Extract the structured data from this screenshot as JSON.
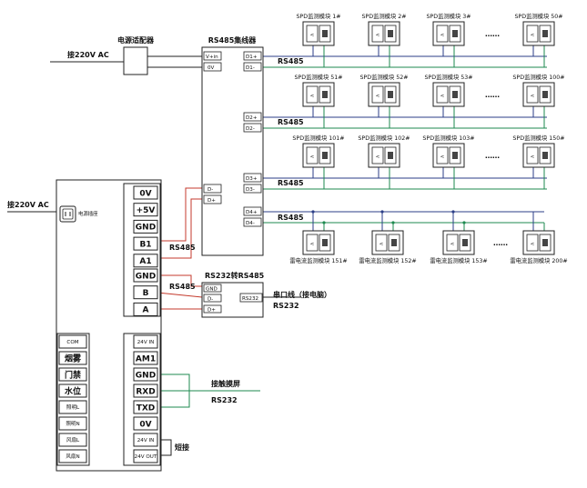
{
  "power": {
    "adapter_title": "电源适配器",
    "input_top": "接220V AC",
    "input_left": "接220V AC",
    "socket_label": "电源插座"
  },
  "hub": {
    "title": "RS485集线器",
    "ports": [
      "V+in",
      "0V",
      "D-",
      "D+"
    ],
    "outputs": [
      "D1+",
      "D1-",
      "D2+",
      "D2-",
      "D3+",
      "D3-",
      "D4+",
      "D4-"
    ]
  },
  "bus_label": "RS485",
  "spd_rows": [
    {
      "modules": [
        "SPD监测模块 1#",
        "SPD监测模块 2#",
        "SPD监测模块 3#",
        "SPD监测模块 50#"
      ]
    },
    {
      "modules": [
        "SPD监测模块 51#",
        "SPD监测模块 52#",
        "SPD监测模块 53#",
        "SPD监测模块 100#"
      ]
    },
    {
      "modules": [
        "SPD监测模块 101#",
        "SPD监测模块 102#",
        "SPD监测模块 103#",
        "SPD监测模块 150#"
      ]
    }
  ],
  "lightning_row": {
    "modules": [
      "雷电流监测模块 151#",
      "雷电流监测模块 152#",
      "雷电流监测模块 153#",
      "雷电流监测模块 200#"
    ]
  },
  "ellipsis": "……",
  "controller": {
    "terminals_top": [
      "0V",
      "+5V",
      "GND",
      "B1",
      "A1"
    ],
    "terminals_mid": [
      "GND",
      "B",
      "A"
    ],
    "terminals_left": [
      "COM",
      "烟雾",
      "门禁",
      "水位",
      "照明L",
      "照明N",
      "风扇L",
      "风扇N"
    ],
    "terminals_right": [
      "24V IN",
      "AM1",
      "GND",
      "RXD",
      "TXD",
      "0V",
      "24V IN",
      "24V OUT"
    ]
  },
  "converter": {
    "title": "RS232转RS485",
    "ports_left": [
      "GND",
      "D-",
      "D+"
    ],
    "port_right": "RS232",
    "serial_label": "串口线（接电脑）",
    "serial_sub": "RS232"
  },
  "touch": {
    "label": "接触摸屏",
    "sub": "RS232"
  },
  "short_label": "短接",
  "colors": {
    "green": "#1d8a4f",
    "red": "#c43a2c",
    "blue": "#2b3d87",
    "line": "#222222"
  }
}
